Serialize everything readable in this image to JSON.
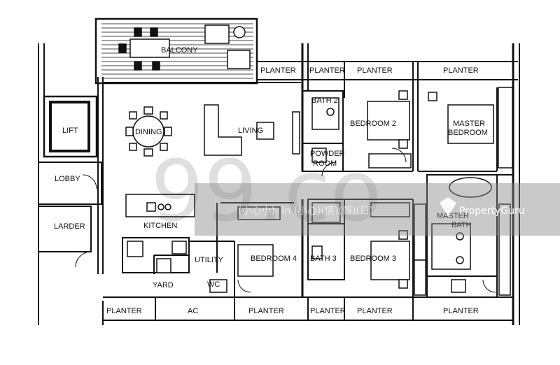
{
  "rooms": {
    "balcony": "BALCONY",
    "lift": "LIFT",
    "lobby": "LOBBY",
    "larder": "LARDER",
    "dining": "DINING",
    "living": "LIVING",
    "kitchen": "KITCHEN",
    "utility": "UTILITY",
    "yard": "YARD",
    "wc": "WC",
    "bath2": "BATH 2",
    "powder_room_line1": "POWDER",
    "powder_room_line2": "ROOM",
    "bedroom2": "BEDROOM 2",
    "master_bedroom_line1": "MASTER",
    "master_bedroom_line2": "BEDROOM",
    "master_bath_line1": "MASTER",
    "master_bath_line2": "BATH",
    "bedroom3": "BEDROOM 3",
    "bath3": "BATH 3",
    "bedroom4": "BEDROOM 4"
  },
  "top_strip": [
    "PLANTER",
    "PLANTER",
    "PLANTER",
    "PLANTER"
  ],
  "bottom_strip": [
    "PLANTER",
    "AC",
    "PLANTER",
    "PLANTER",
    "PLANTER",
    "PLANTER"
  ],
  "watermark": {
    "text": "99.co",
    "brand": "PropertyGuru",
    "band_text": "(小心小)- in  (小心)(情)(報)(日)"
  },
  "colors": {
    "line": "#111111",
    "watermark_band": "#888888"
  }
}
